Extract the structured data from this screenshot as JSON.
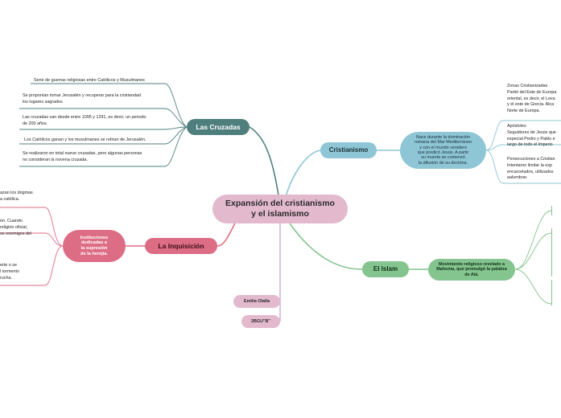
{
  "root": {
    "line1": "Expansión del cristianismo",
    "line2": "y el islamismo"
  },
  "cruzadas": {
    "label": "Las Cruzadas",
    "details": [
      "Serie de guerras religiosas entre Católicos y Musulmanes",
      "Se proponían tomar Jerusalén y recuperar para la cristiandad\nlos lugares sagrados",
      "Las cruzadas van desde entre 1095 y 1291, es decir, un periodo\nde 200 años.",
      "Los Católicos ganan y los musulmanes se retiran de Jerusalén.",
      "Se realizaron en total nueve cruzadas, pero algunas personas\nno consideran la novena cruzada."
    ]
  },
  "cristianismo": {
    "label": "Cristianismo",
    "sub": "Nace durante la dominación\nromana del Mar Mediterráneo\ny con el mundo venidero\nque predicó Jesús. A partir\nsu muerte se comenzó\nla difusión de su doctrina.",
    "details": [
      "Zonas Cristianizadas\nPartió del Este de Europa\noriental, es decir, el Leva\ny el este de Grecia. Alca\nNorte de Europa.",
      "Apóstoles\nSeguidores de Jesús que\nespecial Pedro y Pablo e\nlargo de todo el Imperio",
      "Persecuciones a Cristian\nIntentaron limitar la exp\nencarcelados, utilizados\naalumbrar."
    ]
  },
  "inquisicion": {
    "label": "La Inquisición",
    "sub": "Instituciones\ndedicadas a\nla supresión\nde la herejía.",
    "details": [
      "azan los dogmas\na católica.",
      "ón. Cuando\nreligión oficial,\nse enemigos del",
      "erte o se\nl tormento\nrucha."
    ]
  },
  "islam": {
    "label": "El Islam",
    "sub": "Movimiento religioso revelado a\nMahoma, que promulgó la palabra\nde Alá."
  },
  "extra": {
    "author": "Emilia Olalla",
    "group": "2BGU\"B\""
  }
}
